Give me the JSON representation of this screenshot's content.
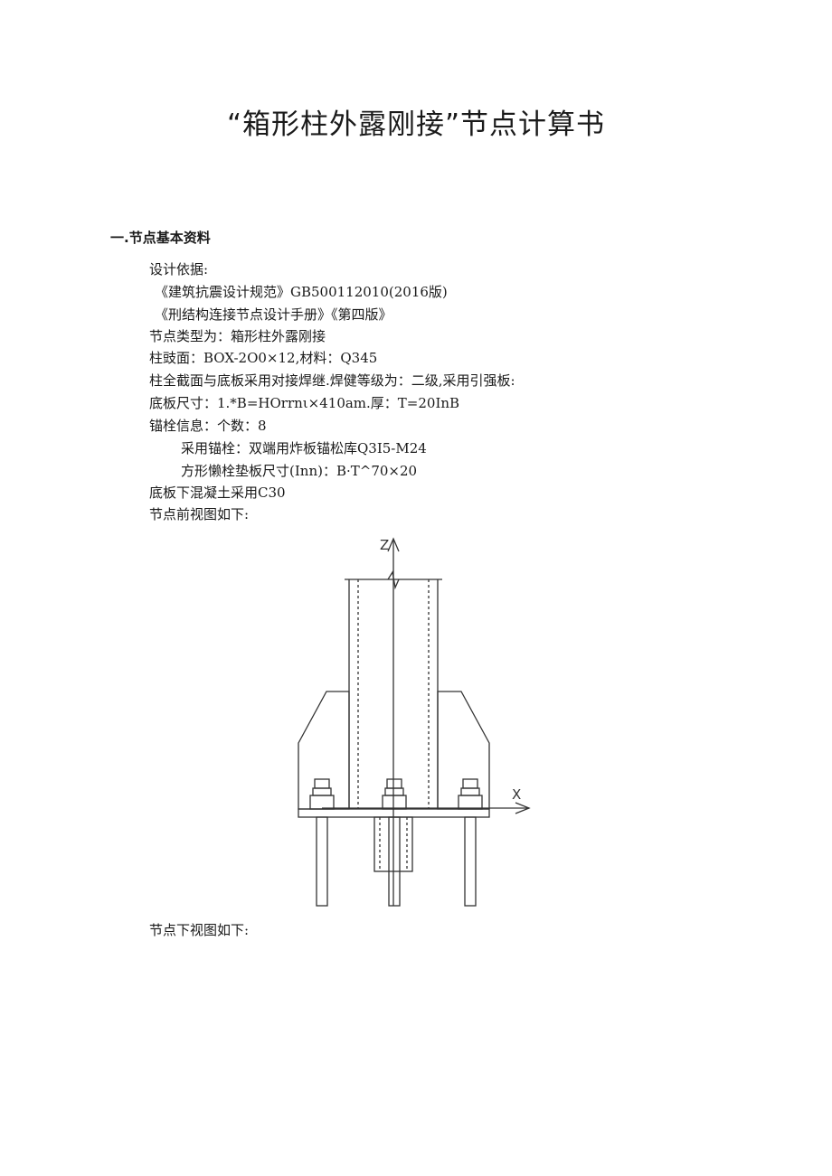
{
  "document": {
    "title": "“箱形柱外露刚接”节点计算书",
    "section_heading": "一.节点基本资料",
    "lines": [
      "设计依据:",
      "《建筑抗震设计规范》GB500112010(2016版)",
      "《刑结构连接节点设计手册》《第四版》",
      "节点类型为：箱形柱外露刚接",
      "柱豉面：BOX-2O0×12,材料：Q345",
      "柱全截面与底板采用对接焊继.焊健等级为：二级,采用引强板:",
      "底板尺寸：1.*B=HOrrnι×410am.厚：T=20InB",
      "锚栓信息：个数：8",
      "采用锚栓：双端用炸板锚松库Q3I5-M24",
      "方形懒栓垫板尺寸(Inn)：B·T^70×20",
      "底板下混凝土采用C30",
      "节点前视图如下:"
    ],
    "after_figure": "节点下视图如下:"
  },
  "figure": {
    "axis_z_label": "Z",
    "axis_x_label": "X"
  }
}
